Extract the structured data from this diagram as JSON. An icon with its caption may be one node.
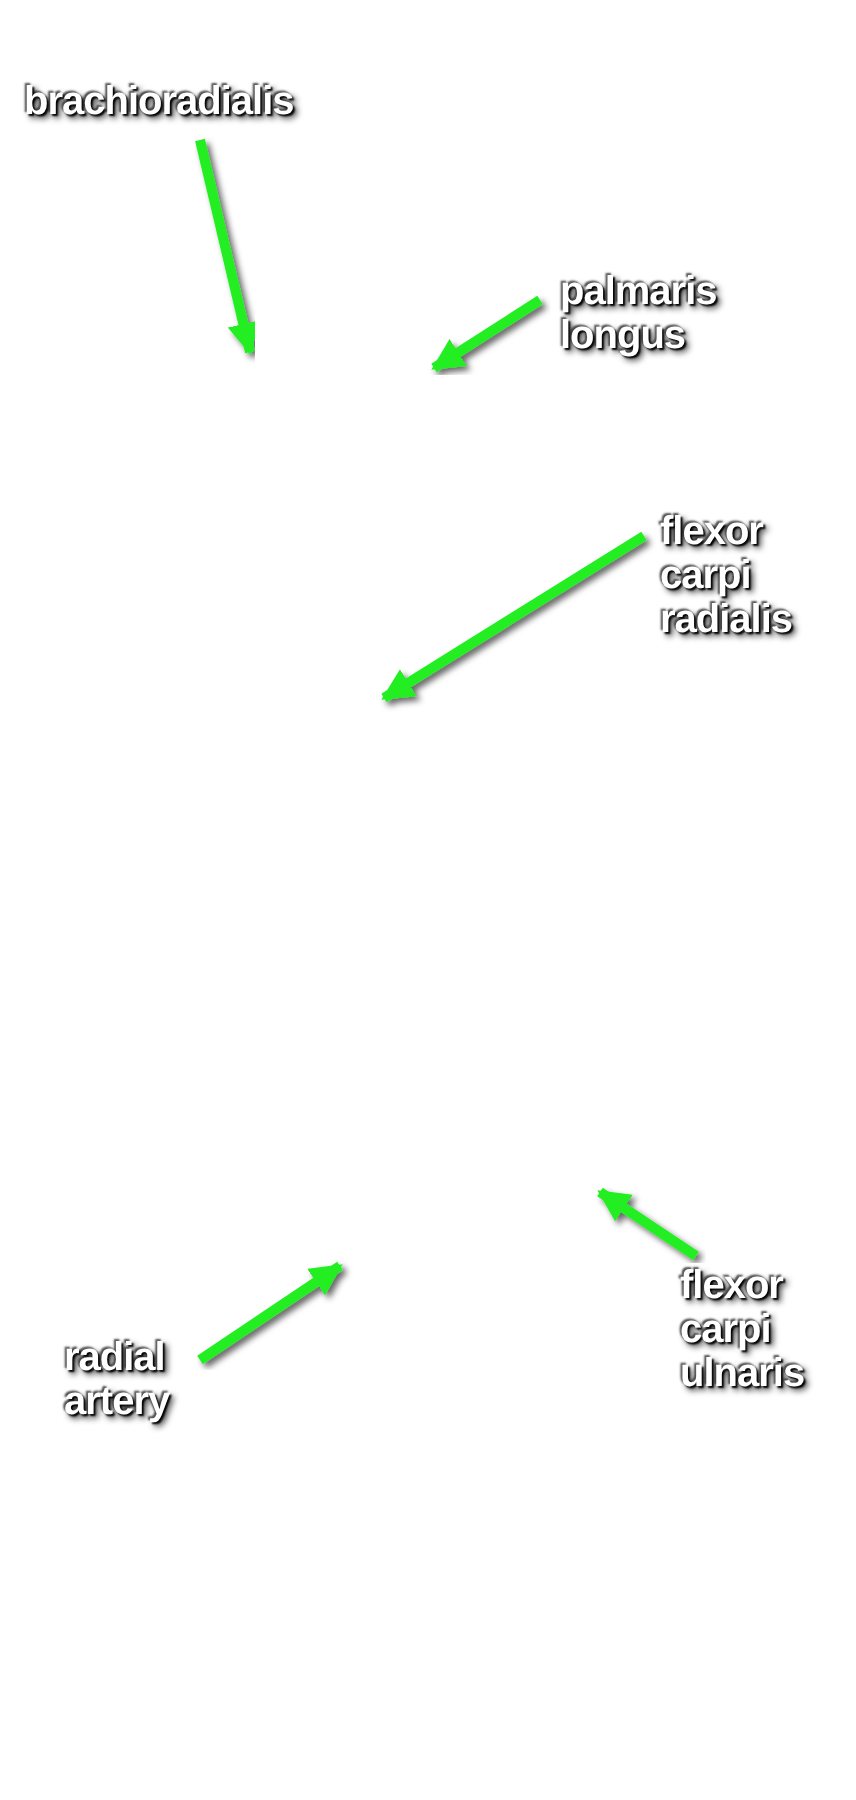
{
  "diagram": {
    "nodes": [
      {
        "text": [
          "brachioradialis"
        ]
      },
      {
        "text": [
          "palmaris longus"
        ]
      },
      {
        "text": [
          "flexor carpi radialis"
        ]
      },
      {
        "text": [
          "radial artery"
        ]
      },
      {
        "text": [
          "flexor carpi ulnaris"
        ]
      }
    ],
    "edges": [
      {
        "from": 0,
        "to": null,
        "arrow": "to"
      },
      {
        "from": 1,
        "to": null,
        "arrow": "to"
      },
      {
        "from": 2,
        "to": null,
        "arrow": "to"
      },
      {
        "from": 3,
        "to": null,
        "arrow": "to"
      },
      {
        "from": 4,
        "to": null,
        "arrow": "to"
      }
    ]
  }
}
